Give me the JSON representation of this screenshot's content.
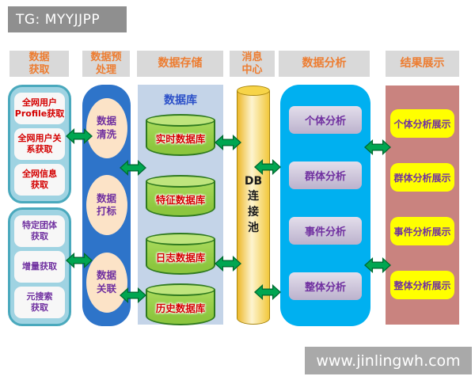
{
  "banner": "TG: MYYJJPP",
  "headers": {
    "acquisition": "数据\n获取",
    "preprocessing": "数据预\n处理",
    "storage": "数据存储",
    "message_center": "消息\n中心",
    "analysis": "数据分析",
    "display": "结果展示"
  },
  "acquisition": {
    "group1": [
      "全网用户\nProfile获取",
      "全网用户关\n系获取",
      "全网信息\n获取"
    ],
    "group2": [
      "特定团体\n获取",
      "增量获取",
      "元搜索\n获取"
    ]
  },
  "preprocessing": [
    "数据\n清洗",
    "数据\n打标",
    "数据\n关联"
  ],
  "storage": {
    "title": "数据库",
    "databases": [
      "实时数据库",
      "特征数据库",
      "日志数据库",
      "历史数据库"
    ]
  },
  "message_center": {
    "label": "DB\n连\n接\n池"
  },
  "analysis": [
    "个体分析",
    "群体分析",
    "事件分析",
    "整体分析"
  ],
  "display": [
    "个体分析展示",
    "群体分析展示",
    "事件分析展示",
    "整体分析展示"
  ],
  "watermark": "www.jinlingwh.com",
  "colors": {
    "arrow_green": "#00a651",
    "arrow_border": "#006b30",
    "header_text": "#ed7d31",
    "red_text": "#d40000",
    "purple_text": "#7030a0",
    "preprocess_blue": "#2e74c9",
    "analysis_blue": "#00b0f0",
    "display_rose": "#c9837f",
    "storage_panel": "#c4d4e8",
    "acquisition_teal": "#9fd3e2",
    "db_green": "#8cc63e",
    "pool_yellow": "#f2c83c"
  }
}
